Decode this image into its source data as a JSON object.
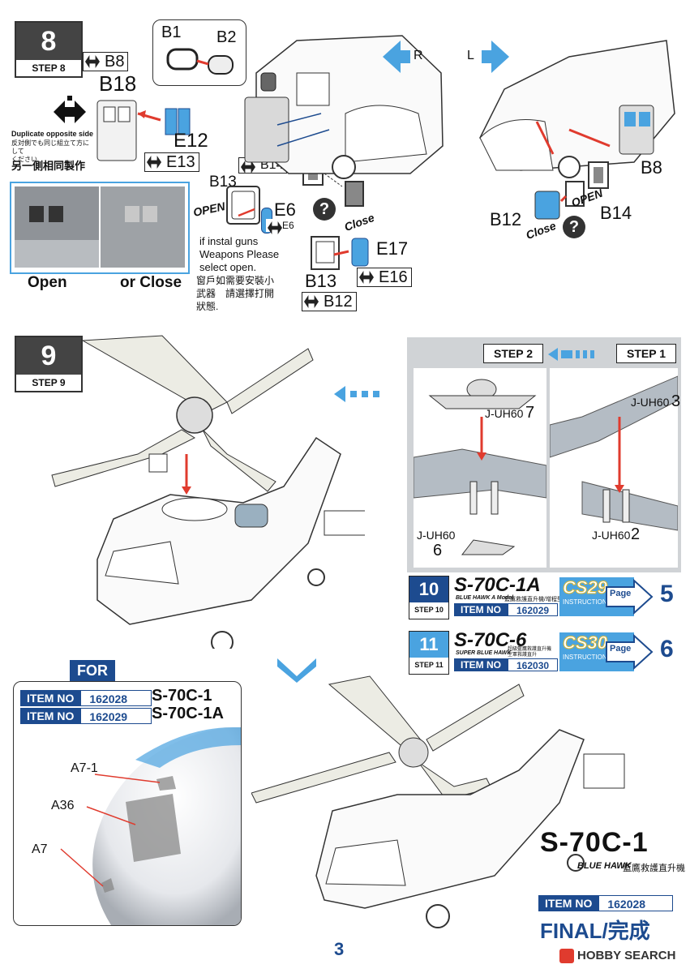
{
  "step8": {
    "number": "8",
    "label": "STEP 8",
    "parts": {
      "b8": "B8",
      "b18": "B18",
      "b1": "B1",
      "b2": "B2",
      "e12": "E12",
      "e13": "E13",
      "b14": "B14",
      "b13": "B13",
      "e6": "E6",
      "e6b": "E6",
      "e17": "E17",
      "e16": "E16",
      "b13b": "B13",
      "b12": "B12",
      "b8r": "B8",
      "b12r": "B12",
      "b14r": "B14"
    },
    "dup_en": "Duplicate opposite side",
    "dup_jp": "反対側でも同じ組立て方にして\nください",
    "dup_cn": "另一側相同製作",
    "open_label": "OPEN",
    "close_label": "Close",
    "open_r": "OPEN",
    "close_r": "Close",
    "guns_en": "if instal guns\nWeapons Please\nselect open.",
    "guns_cn": "窗戶如需要安裝小\n武器　請選擇打開\n狀態.",
    "photo_open": "Open",
    "photo_close": "or Close",
    "dir_r": "R",
    "dir_l": "L",
    "qmark": "?"
  },
  "step9": {
    "number": "9",
    "label": "STEP 9",
    "inset_step2": "STEP 2",
    "inset_step1": "STEP 1",
    "j7": "J-UH60",
    "j7n": "7",
    "j3": "J-UH60",
    "j3n": "3",
    "j6": "J-UH60",
    "j6n": "6",
    "j2": "J-UH60",
    "j2n": "2"
  },
  "refs": [
    {
      "step": "10",
      "step_label": "STEP 10",
      "model": "S-70C-1A",
      "sub": "BLUE HAWK A Model",
      "sub_cn": "藍鷹救護直升機/增程型",
      "item_key": "ITEM NO",
      "item_no": "162029",
      "cs": "CS29",
      "cs_sub": "INSTRUCTIONS",
      "page_word": "Page",
      "page_no": "5"
    },
    {
      "step": "11",
      "step_label": "STEP 11",
      "model": "S-70C-6",
      "sub": "SUPER BLUE HAWK",
      "sub_cn": "超級藍鷹救護直升機\n空軍救護直升",
      "item_key": "ITEM NO",
      "item_no": "162030",
      "cs": "CS30",
      "cs_sub": "INSTRUCTIONS",
      "page_word": "Page",
      "page_no": "6"
    }
  ],
  "for_panel": {
    "title": "FOR",
    "rows": [
      {
        "key": "ITEM NO",
        "no": "162028",
        "model": "S-70C-1"
      },
      {
        "key": "ITEM NO",
        "no": "162029",
        "model": "S-70C-1A"
      }
    ],
    "a71": "A7-1",
    "a36": "A36",
    "a7": "A7"
  },
  "final": {
    "model": "S-70C-1",
    "blue_hawk": "BLUE HAWK",
    "blue_hawk_cn": "藍鷹救護直升機",
    "item_key": "ITEM NO",
    "item_no": "162028",
    "final_label": "FINAL/完成"
  },
  "page_number": "3",
  "watermark": "HOBBY SEARCH",
  "colors": {
    "blue": "#1d4b8f",
    "light_blue": "#4aa3e0",
    "red": "#e03b2e",
    "grey": "#444444"
  }
}
